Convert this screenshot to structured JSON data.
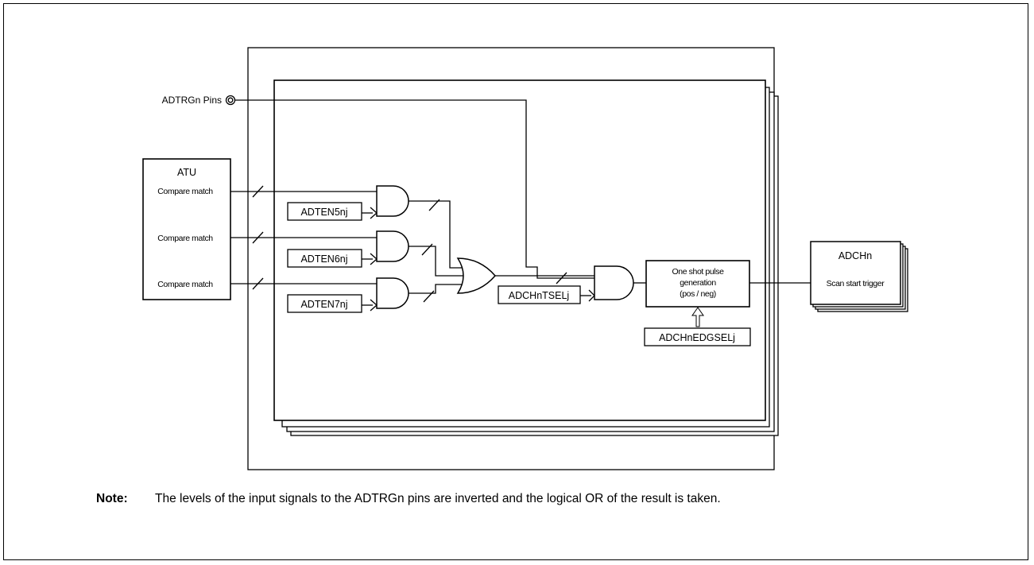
{
  "pins_label": "ADTRGn Pins",
  "atu": {
    "title": "ATU",
    "rows": [
      "Compare match",
      "Compare match",
      "Compare match"
    ]
  },
  "enables": [
    "ADTEN5nj",
    "ADTEN6nj",
    "ADTEN7nj"
  ],
  "trigger_select": "ADCHnTSELj",
  "pulse": {
    "line1": "One shot pulse",
    "line2": "generation",
    "line3": "(pos / neg)"
  },
  "edge_select": "ADCHnEDGSELj",
  "adch": {
    "title": "ADCHn",
    "subtitle": "Scan start trigger"
  },
  "note": {
    "label": "Note:",
    "text": "The levels of the input signals to the ADTRGn pins are inverted and the logical OR of the result is taken."
  }
}
